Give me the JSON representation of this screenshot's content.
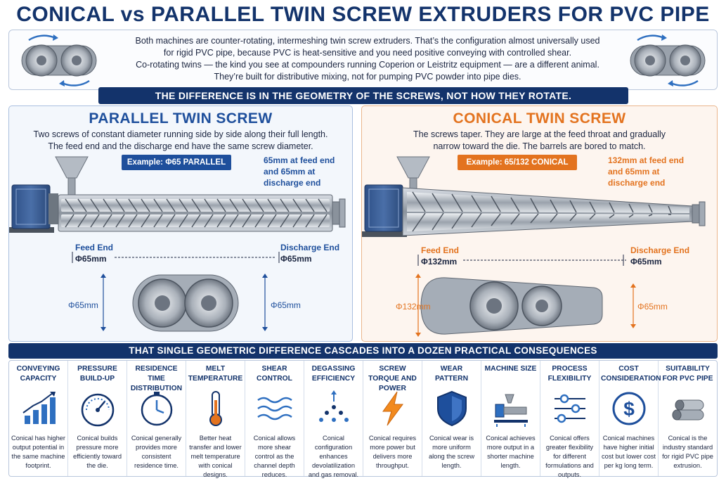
{
  "title": "CONICAL vs PARALLEL TWIN SCREW EXTRUDERS FOR PVC PIPE",
  "intro": {
    "lines": [
      "Both machines are counter-rotating, intermeshing twin screw extruders. That’s the configuration almost universally used",
      "for rigid PVC pipe, because PVC is heat-sensitive and you need positive conveying with controlled shear.",
      "Co-rotating twins — the kind you see at compounders running Coperion or Leistritz equipment — are a different animal.",
      "They’re built for distributive mixing, not for pumping PVC powder into pipe dies."
    ]
  },
  "banner_top": "THE DIFFERENCE IS IN THE GEOMETRY OF THE SCREWS, NOT HOW THEY ROTATE.",
  "parallel": {
    "title": "PARALLEL TWIN SCREW",
    "desc": [
      "Two screws of constant diameter running side by side along their full length.",
      "The feed end and the discharge end have the same screw diameter."
    ],
    "example": "Example: Φ65 PARALLEL",
    "note": [
      "65mm at feed end",
      "and 65mm at",
      "discharge end"
    ],
    "feed_label": "Feed End",
    "feed_dim": "Φ65mm",
    "discharge_label": "Discharge End",
    "discharge_dim": "Φ65mm",
    "section_left": "Φ65mm",
    "section_right": "Φ65mm",
    "color": "#1e4f9c"
  },
  "conical": {
    "title": "CONICAL TWIN SCREW",
    "desc": [
      "The screws taper. They are large at the feed throat and gradually",
      "narrow toward the die. The barrels are bored to match."
    ],
    "example": "Example: 65/132 CONICAL",
    "note": [
      "132mm at feed end",
      "and 65mm at",
      "discharge end"
    ],
    "feed_label": "Feed End",
    "feed_dim": "Φ132mm",
    "discharge_label": "Discharge End",
    "discharge_dim": "Φ65mm",
    "section_left": "Φ132mm",
    "section_right": "Φ65mm",
    "color": "#e3731f"
  },
  "banner_bottom": "THAT SINGLE GEOMETRIC DIFFERENCE CASCADES INTO A DOZEN PRACTICAL CONSEQUENCES",
  "consequences": [
    {
      "heading": "CONVEYING CAPACITY",
      "icon": "bar-chart-icon",
      "text": "Conical has higher output potential in the same machine footprint."
    },
    {
      "heading": "PRESSURE BUILD-UP",
      "icon": "pressure-gauge-icon",
      "text": "Conical builds pressure more efficiently toward the die."
    },
    {
      "heading": "RESIDENCE TIME DISTRIBUTION",
      "icon": "timer-icon",
      "text": "Conical generally provides more consistent residence time."
    },
    {
      "heading": "MELT TEMPERATURE",
      "icon": "thermometer-icon",
      "text": "Better heat transfer and lower melt temperature with conical designs."
    },
    {
      "heading": "SHEAR CONTROL",
      "icon": "waves-icon",
      "text": "Conical allows more shear control as the channel depth reduces."
    },
    {
      "heading": "DEGASSING EFFICIENCY",
      "icon": "bubbles-icon",
      "text": "Conical configuration enhances devolatilization and gas removal."
    },
    {
      "heading": "SCREW TORQUE AND POWER",
      "icon": "lightning-icon",
      "text": "Conical requires more power but delivers more throughput."
    },
    {
      "heading": "WEAR PATTERN",
      "icon": "shield-icon",
      "text": "Conical wear is more uniform along the screw length."
    },
    {
      "heading": "MACHINE SIZE",
      "icon": "machine-icon",
      "text": "Conical achieves more output in a shorter machine length."
    },
    {
      "heading": "PROCESS FLEXIBILITY",
      "icon": "sliders-icon",
      "text": "Conical offers greater flexibility for different formulations and outputs."
    },
    {
      "heading": "COST CONSIDERATION",
      "icon": "dollar-icon",
      "text": "Conical machines have higher initial cost but lower cost per kg long term."
    },
    {
      "heading": "SUITABILITY FOR PVC PIPE",
      "icon": "pipes-icon",
      "text": "Conical is the industry standard for rigid PVC pipe extrusion."
    }
  ]
}
